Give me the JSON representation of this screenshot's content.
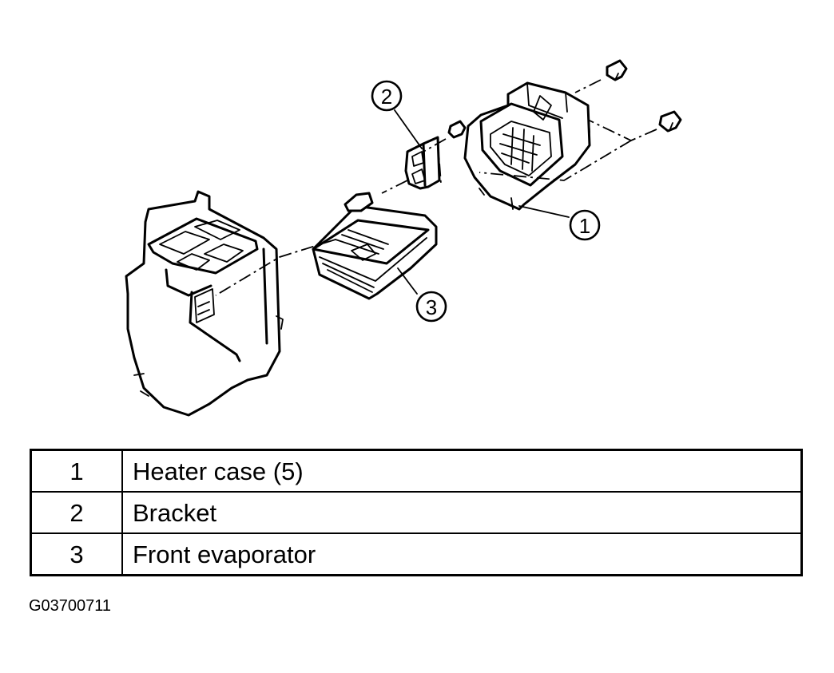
{
  "callouts": [
    {
      "number": "1"
    },
    {
      "number": "2"
    },
    {
      "number": "3"
    }
  ],
  "legend": {
    "rows": [
      {
        "number": "1",
        "label": "Heater case (5)"
      },
      {
        "number": "2",
        "label": "Bracket"
      },
      {
        "number": "3",
        "label": "Front evaporator"
      }
    ]
  },
  "figure_id": "G03700711"
}
